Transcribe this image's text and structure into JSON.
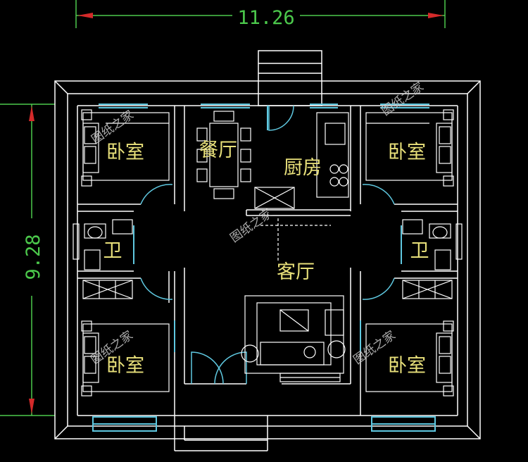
{
  "dimensions": {
    "width_label": "11.26",
    "height_label": "9.28"
  },
  "rooms": {
    "bedroom_top_left": "卧室",
    "dining": "餐厅",
    "kitchen": "厨房",
    "bedroom_top_right": "卧室",
    "bath_left": "卫",
    "bath_right": "卫",
    "living": "客厅",
    "bedroom_bottom_left": "卧室",
    "bedroom_bottom_right": "卧室"
  },
  "watermark": "图纸之家",
  "colors": {
    "background": "#000000",
    "wall": "#ffffff",
    "dimension": "#4cc94c",
    "arrow": "#d42a2a",
    "room_label": "#e8e07a",
    "window": "#5fc8e0"
  }
}
